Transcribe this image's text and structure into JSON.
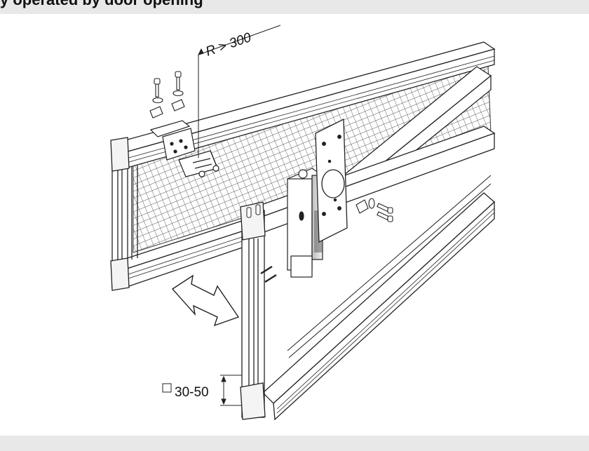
{
  "header": {
    "caption": "y operated by door opening"
  },
  "diagram": {
    "radius_label": "R > 300",
    "profile_size_label": "30-50"
  },
  "colors": {
    "background": "#e8e8e8",
    "line": "#222222",
    "mesh": "#444444",
    "arrow_fill": "#ffffff"
  }
}
